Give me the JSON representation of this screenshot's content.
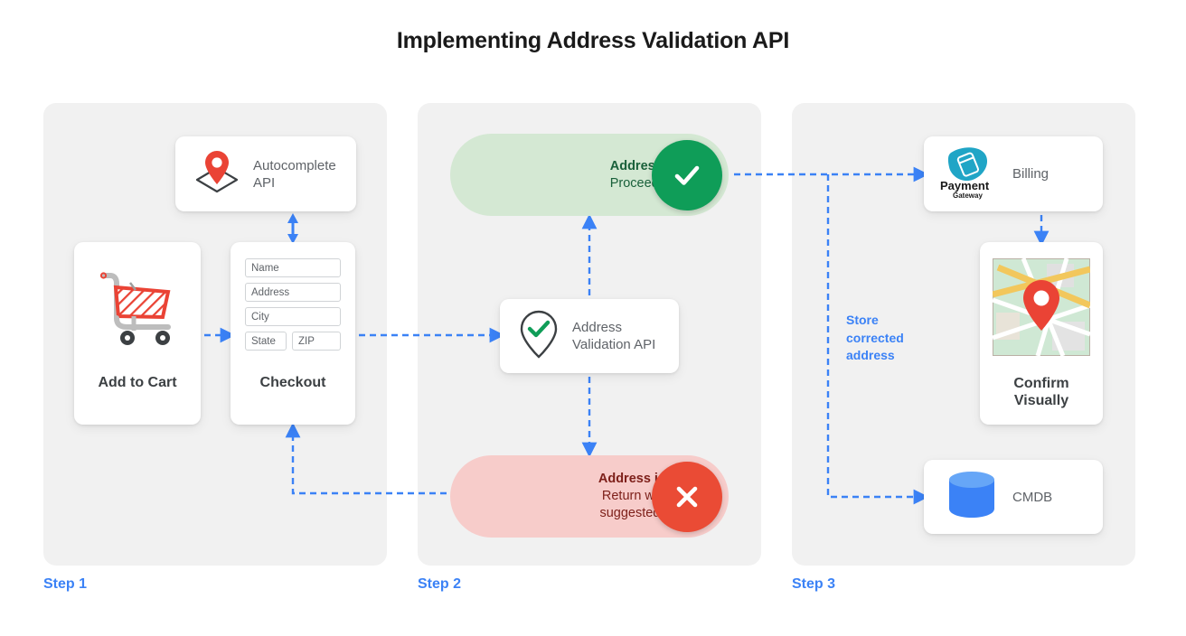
{
  "title": "Implementing Address Validation API",
  "theme": {
    "panel_bg": "#f1f1f1",
    "accent_blue": "#3b82f6",
    "valid_bg": "#d4e8d3",
    "valid_badge": "#0f9d58",
    "invalid_bg": "#f7ccca",
    "invalid_badge": "#ea4b35",
    "pin_red": "#ea4335",
    "db_blue": "#3b82f6"
  },
  "steps": [
    {
      "label": "Step 1"
    },
    {
      "label": "Step 2"
    },
    {
      "label": "Step 3"
    }
  ],
  "step1": {
    "autocomplete": {
      "label": "Autocomplete\nAPI",
      "icon": "map-pin-envelope-icon"
    },
    "add_to_cart": {
      "label": "Add to Cart",
      "icon": "shopping-cart-icon"
    },
    "checkout": {
      "label": "Checkout",
      "fields": [
        {
          "name": "name-field",
          "placeholder": "Name"
        },
        {
          "name": "address-field",
          "placeholder": "Address"
        },
        {
          "name": "city-field",
          "placeholder": "City"
        },
        {
          "name": "state-field",
          "placeholder": "State"
        },
        {
          "name": "zip-field",
          "placeholder": "ZIP"
        }
      ]
    }
  },
  "step2": {
    "valid_banner": {
      "headline": "Address is valid.",
      "detail": "Proceed to billing.",
      "icon": "check-icon"
    },
    "invalid_banner": {
      "headline": "Address is invalid.",
      "detail": "Return with Google\nsuggested address.",
      "icon": "close-x-icon"
    },
    "validation_api": {
      "label": "Address\nValidation API",
      "icon": "pin-check-icon"
    }
  },
  "step3": {
    "billing": {
      "label": "Billing",
      "logo_line1": "Payment",
      "logo_line2": "Gateway",
      "icon": "payment-gateway-logo"
    },
    "confirm": {
      "label": "Confirm\nVisually",
      "icon": "map-thumbnail-icon"
    },
    "cmdb": {
      "label": "CMDB",
      "icon": "database-icon"
    },
    "store_connector_label": "Store\ncorrected\naddress"
  }
}
